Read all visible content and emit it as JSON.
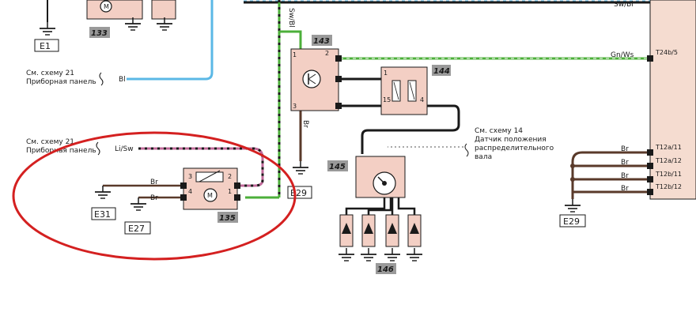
{
  "colors": {
    "component_fill": "#f3cfc4",
    "connector_panel": "#f5dcd0",
    "wire_blue": "#5bb8e6",
    "wire_green": "#4caf3a",
    "wire_brown": "#5a3a2a",
    "wire_pink": "#c06a9a",
    "wire_black": "#1a1a1a",
    "highlight_red": "#d42020",
    "badge_gray": "#9a9a9a"
  },
  "components": {
    "c133": {
      "number": "133"
    },
    "c135": {
      "number": "135"
    },
    "c143": {
      "number": "143"
    },
    "c144": {
      "number": "144"
    },
    "c145": {
      "number": "145"
    },
    "c146": {
      "number": "146"
    }
  },
  "grounds": {
    "e1": "E1",
    "e27": "E27",
    "e29_center": "E29",
    "e29_right": "E29",
    "e31": "E31"
  },
  "notes": {
    "note1_line1": "См. схему 21",
    "note1_line2": "Приборная панель",
    "note2_line1": "См. схему 21",
    "note2_line2": "Приборная панель",
    "note3_line1": "См. схему 14",
    "note3_line2": "Датчик положения",
    "note3_line3": "распределительного",
    "note3_line4": "вала"
  },
  "wire_labels": {
    "bl": "Bl",
    "li_sw": "Li/Sw",
    "sw_bl_top": "Sw/Bl",
    "sw_bl_right": "Sw/Bl",
    "gn_ws": "Gn/Ws",
    "br_143": "Br",
    "br_135_top": "Br",
    "br_135_bottom": "Br",
    "br_r1": "Br",
    "br_r2": "Br",
    "br_r3": "Br",
    "br_r4": "Br"
  },
  "connectors": {
    "t24b5": "T24b/5",
    "t12a11": "T12a/11",
    "t12a12": "T12a/12",
    "t12b11": "T12b/11",
    "t12b12": "T12b/12"
  },
  "pins": {
    "p143_1": "1",
    "p143_2": "2",
    "p143_3": "3",
    "p144_1": "1",
    "p144_15": "15",
    "p144_4": "4",
    "p135_3": "3",
    "p135_4": "4",
    "p135_2": "2",
    "p135_1": "1"
  },
  "icons": {
    "motor": "motor-icon",
    "ground": "ground-icon",
    "transistor": "transistor-icon",
    "coil": "coil-icon",
    "spark_plug": "spark-plug-icon",
    "distributor": "distributor-icon"
  }
}
